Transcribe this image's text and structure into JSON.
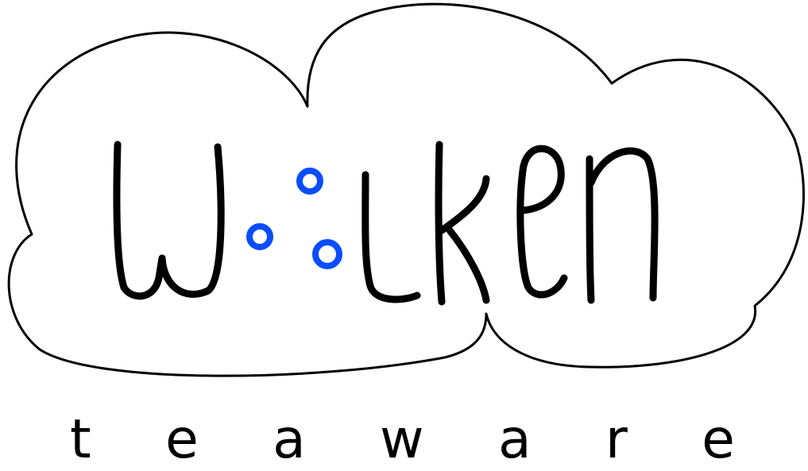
{
  "logo": {
    "wordmark": "wolken",
    "tagline": "teaware",
    "tagline_letters": [
      "t",
      "e",
      "a",
      "w",
      "a",
      "r",
      "e"
    ],
    "colors": {
      "ink": "#000000",
      "accent": "#0a4dff",
      "background": "#ffffff"
    },
    "icons": {
      "cloud": "cloud-outline-icon",
      "tea-dots": "tea-bubbles-icon"
    }
  }
}
